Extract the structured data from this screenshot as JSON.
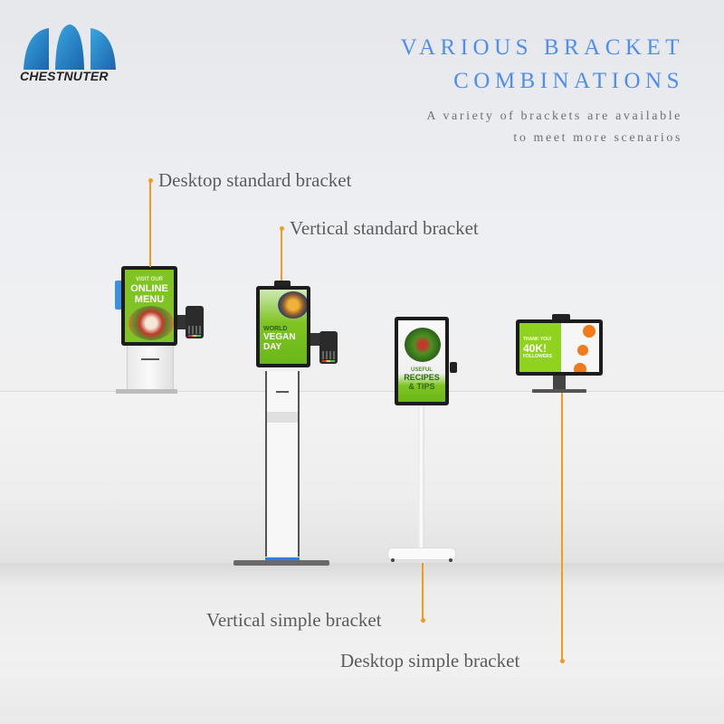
{
  "brand": {
    "name": "CHESTNUTER",
    "logo_colors": [
      "#1e6fb8",
      "#2a9fdc",
      "#3aa6e0"
    ]
  },
  "header": {
    "title_line1": "VARIOUS BRACKET",
    "title_line2": "COMBINATIONS",
    "subtitle_line1": "A variety of brackets are available",
    "subtitle_line2": "to meet more scenarios",
    "title_color": "#4f8ef0",
    "accent_color": "#f39a1e"
  },
  "labels": {
    "desktop_standard": "Desktop standard bracket",
    "vertical_standard": "Vertical standard bracket",
    "vertical_simple": "Vertical simple bracket",
    "desktop_simple": "Desktop simple bracket"
  },
  "screens": {
    "kiosk1": {
      "line1": "VISIT OUR",
      "line2": "ONLINE",
      "line3": "MENU"
    },
    "kiosk2": {
      "line1": "WORLD",
      "line2": "VEGAN",
      "line3": "DAY"
    },
    "kiosk3": {
      "line1": "USEFUL",
      "line2": "RECIPES",
      "line3": "& TIPS"
    },
    "kiosk4": {
      "line1": "THANK YOU!",
      "line2": "40K!",
      "line3": "FOLLOWERS"
    }
  }
}
